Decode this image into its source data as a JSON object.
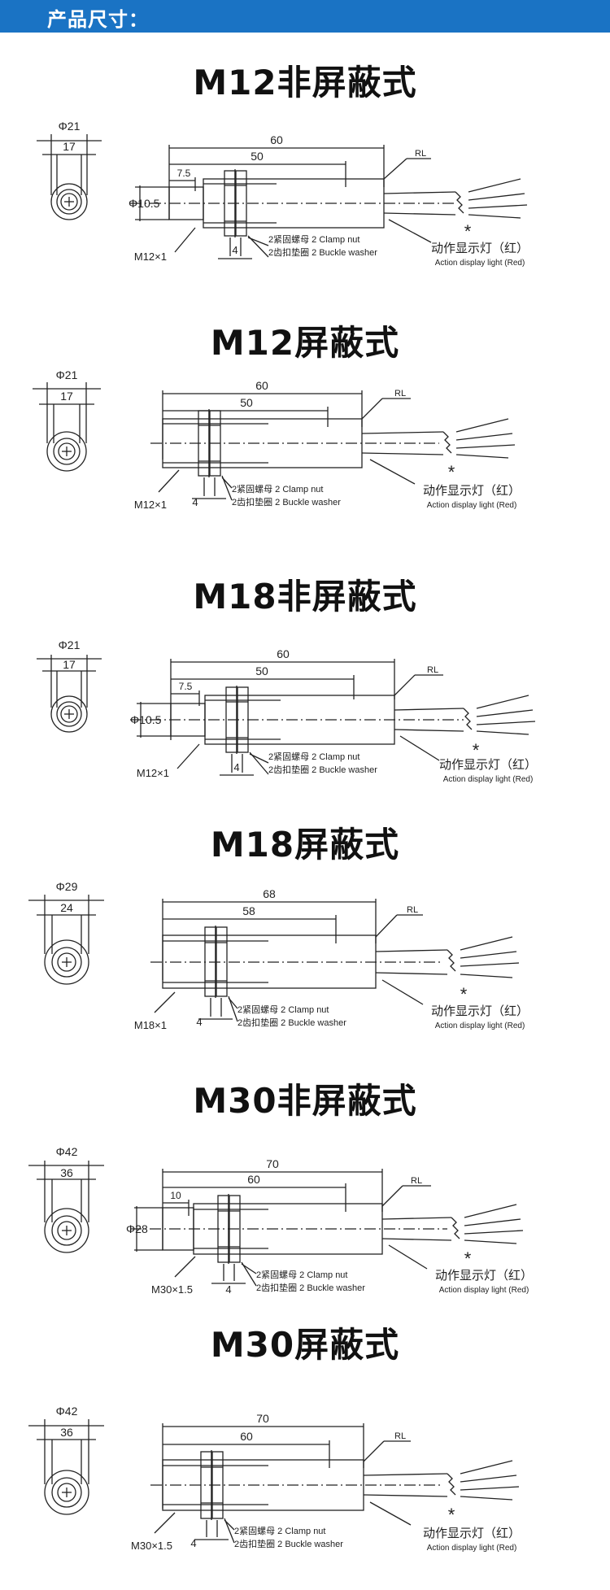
{
  "header": {
    "title": "产品尺寸："
  },
  "colors": {
    "header_bg": "#1a73c4",
    "line": "#222222"
  },
  "sections": [
    {
      "title": "M12非屏蔽式",
      "outer_dia": "Φ21",
      "hex": "17",
      "total": "60",
      "body": "50",
      "stick": "7.5",
      "front_dia": "Φ10.5",
      "thread": "M12×1",
      "nut_w": "4",
      "nut_label": "2紧固螺母  2 Clamp nut",
      "washer_label": "2齿扣垫圈  2 Buckle washer",
      "cable": "RL",
      "light_cn": "动作显示灯（红）",
      "light_en": "Action display light (Red)",
      "mark": "*"
    },
    {
      "title": "M12屏蔽式",
      "outer_dia": "Φ21",
      "hex": "17",
      "total": "60",
      "body": "50",
      "thread": "M12×1",
      "nut_w": "4",
      "nut_label": "2紧固螺母  2 Clamp nut",
      "washer_label": "2齿扣垫圈  2 Buckle washer",
      "cable": "RL",
      "light_cn": "动作显示灯（红）",
      "light_en": "Action display light (Red)",
      "mark": "*"
    },
    {
      "title": "M18非屏蔽式",
      "outer_dia": "Φ21",
      "hex": "17",
      "total": "60",
      "body": "50",
      "stick": "7.5",
      "front_dia": "Φ10.5",
      "thread": "M12×1",
      "nut_w": "4",
      "nut_label": "2紧固螺母  2 Clamp nut",
      "washer_label": "2齿扣垫圈  2 Buckle washer",
      "cable": "RL",
      "light_cn": "动作显示灯（红）",
      "light_en": "Action display light (Red)",
      "mark": "*"
    },
    {
      "title": "M18屏蔽式",
      "outer_dia": "Φ29",
      "hex": "24",
      "total": "68",
      "body": "58",
      "thread": "M18×1",
      "nut_w": "4",
      "nut_label": "2紧固螺母  2 Clamp nut",
      "washer_label": "2齿扣垫圈  2 Buckle washer",
      "cable": "RL",
      "light_cn": "动作显示灯（红）",
      "light_en": "Action display light (Red)",
      "mark": "*"
    },
    {
      "title": "M30非屏蔽式",
      "outer_dia": "Φ42",
      "hex": "36",
      "total": "70",
      "body": "60",
      "stick": "10",
      "front_dia": "Φ28",
      "thread": "M30×1.5",
      "nut_w": "4",
      "nut_label": "2紧固螺母  2 Clamp nut",
      "washer_label": "2齿扣垫圈  2 Buckle washer",
      "cable": "RL",
      "light_cn": "动作显示灯（红）",
      "light_en": "Action display light (Red)",
      "mark": "*"
    },
    {
      "title": "M30屏蔽式",
      "outer_dia": "Φ42",
      "hex": "36",
      "total": "70",
      "body": "60",
      "thread": "M30×1.5",
      "nut_w": "4",
      "nut_label": "2紧固螺母  2 Clamp nut",
      "washer_label": "2齿扣垫圈  2 Buckle washer",
      "cable": "RL",
      "light_cn": "动作显示灯（红）",
      "light_en": "Action display light (Red)",
      "mark": "*"
    }
  ]
}
